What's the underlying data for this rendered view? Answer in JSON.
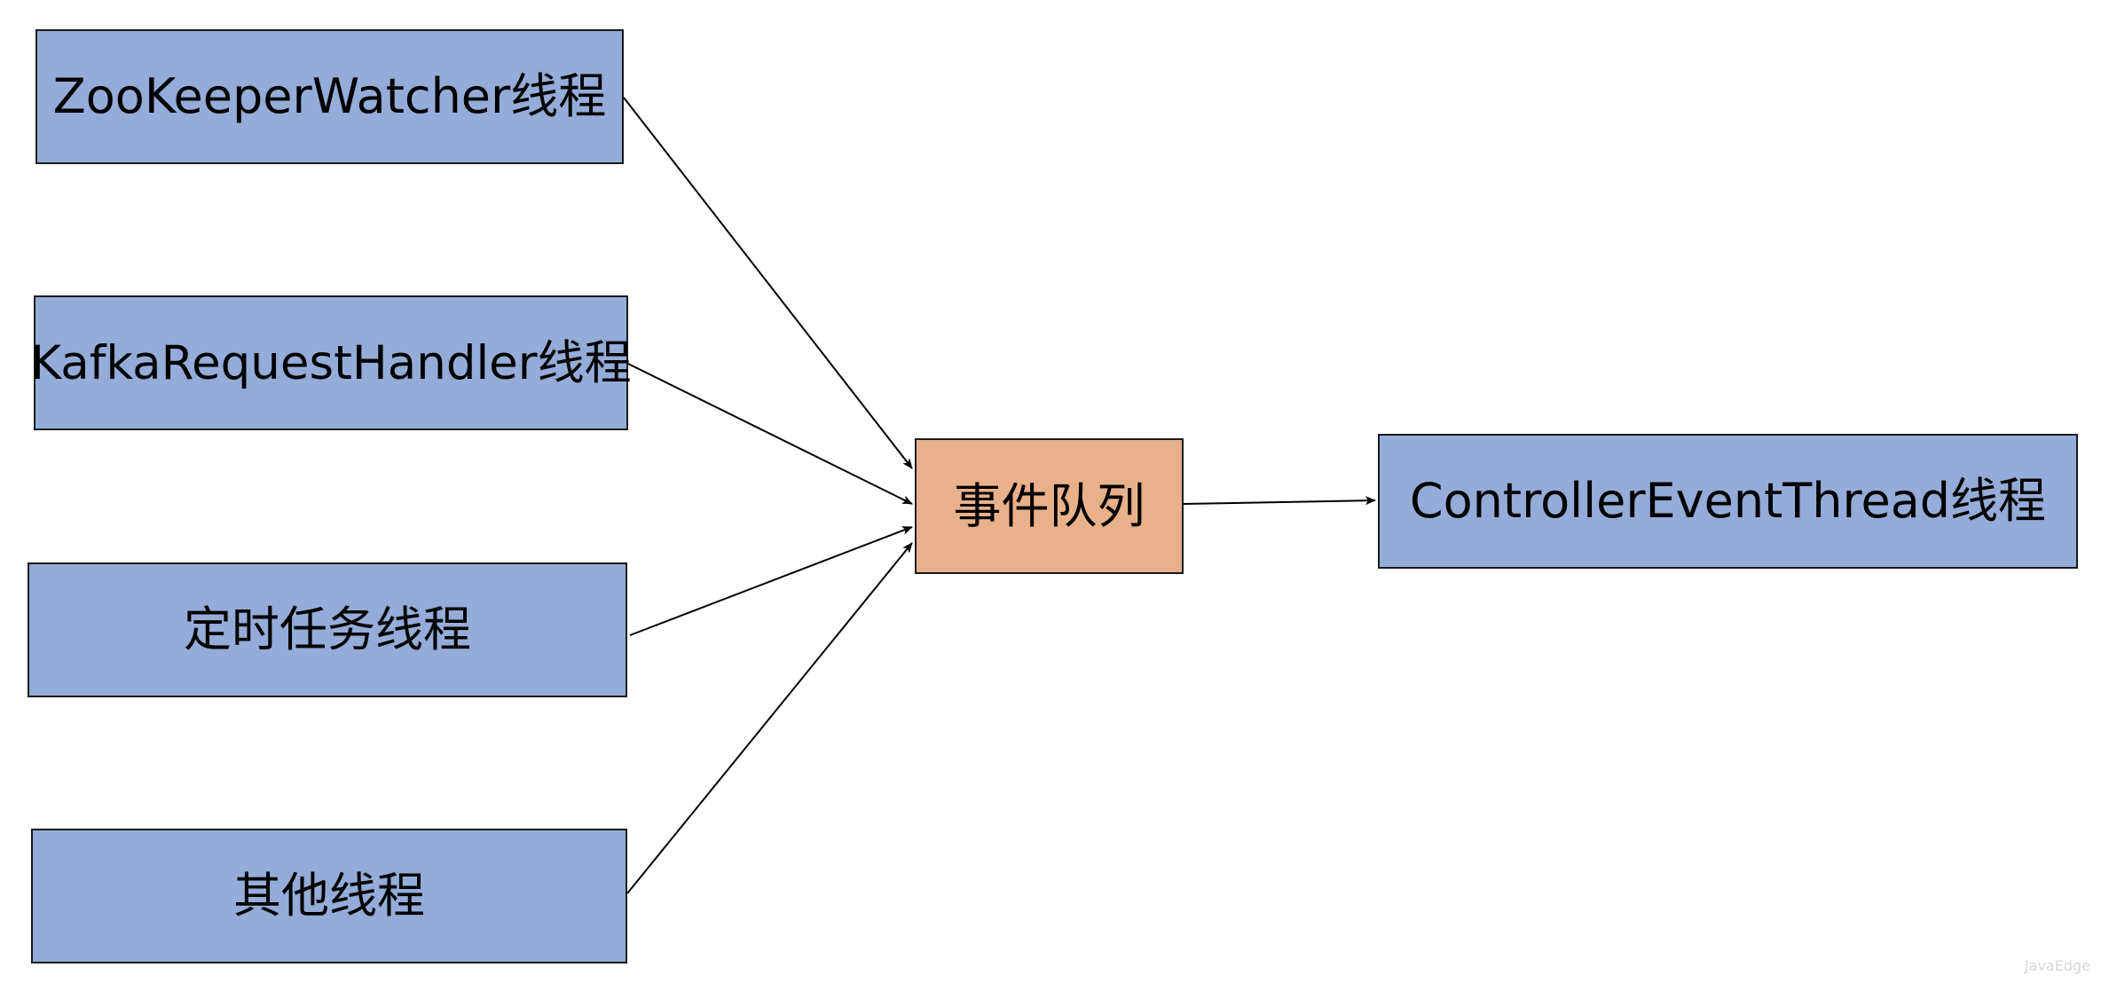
{
  "diagram": {
    "nodes": {
      "zookeeper": {
        "label": "ZooKeeperWatcher线程"
      },
      "kafka": {
        "label": "KafkaRequestHandler线程"
      },
      "timer": {
        "label": "定时任务线程"
      },
      "other": {
        "label": "其他线程"
      },
      "queue": {
        "label": "事件队列"
      },
      "controller": {
        "label": "ControllerEventThread线程"
      }
    },
    "edges": [
      {
        "from": "zookeeper",
        "to": "queue"
      },
      {
        "from": "kafka",
        "to": "queue"
      },
      {
        "from": "timer",
        "to": "queue"
      },
      {
        "from": "other",
        "to": "queue"
      },
      {
        "from": "queue",
        "to": "controller"
      }
    ],
    "colors": {
      "thread_fill": "#94acd8",
      "queue_fill": "#e8b18b",
      "border": "#1a1a1a",
      "arrow": "#000000"
    }
  },
  "watermark": "JavaEdge"
}
